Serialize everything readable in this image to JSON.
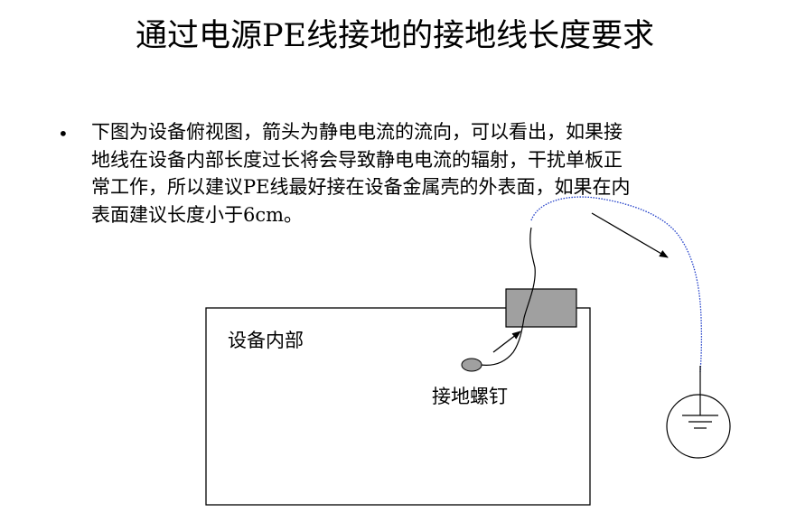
{
  "title": "通过电源PE线接地的接地线长度要求",
  "bullet": {
    "marker": "•",
    "lines": [
      "下图为设备俯视图，箭头为静电电流的流向，可以看出，如果接",
      "地线在设备内部长度过长将会导致静电电流的辐射，干扰单板正",
      "常工作，所以建议PE线最好接在设备金属壳的外表面，如果在内",
      "表面建议长度小于6cm。"
    ]
  },
  "diagram": {
    "device_label": "设备内部",
    "screw_label": "接地螺钉",
    "colors": {
      "connector_fill": "#a0a0a0",
      "screw_fill": "#a0a0a0",
      "external_wire": "#1e3cc8",
      "line": "#000000"
    },
    "icons": [
      "arrow-icon",
      "ground-symbol-icon"
    ]
  }
}
